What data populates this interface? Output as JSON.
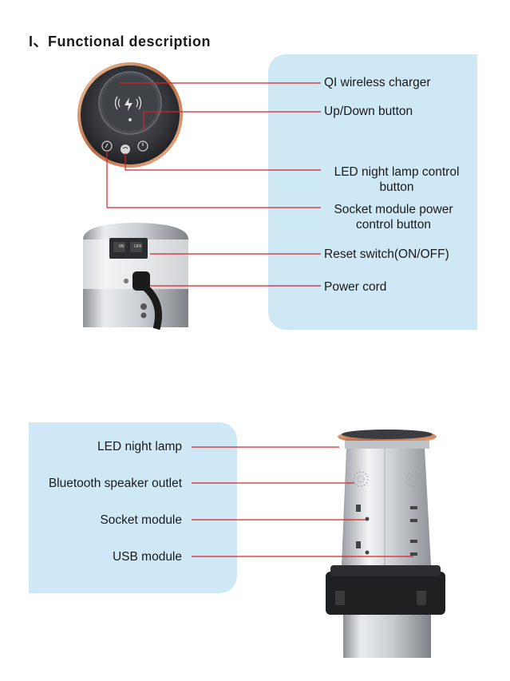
{
  "heading": "I、Functional description",
  "top_labels": {
    "qi": "QI wireless charger",
    "updown": "Up/Down button",
    "led_btn_1": "LED night lamp control",
    "led_btn_2": "button",
    "socket_btn_1": "Socket module power",
    "socket_btn_2": "control button",
    "reset": "Reset switch(ON/OFF)",
    "power": "Power cord"
  },
  "bottom_labels": {
    "lamp": "LED night lamp",
    "speaker": "Bluetooth speaker outlet",
    "socket": "Socket module",
    "usb": "USB module"
  },
  "colors": {
    "accent_line": "#d8232a",
    "panel_bg": "#cfe8f6"
  },
  "icons": {
    "qi": "wireless-charging-icon",
    "power": "power-icon",
    "lamp": "lamp-icon",
    "wifi": "wifi-icon"
  }
}
